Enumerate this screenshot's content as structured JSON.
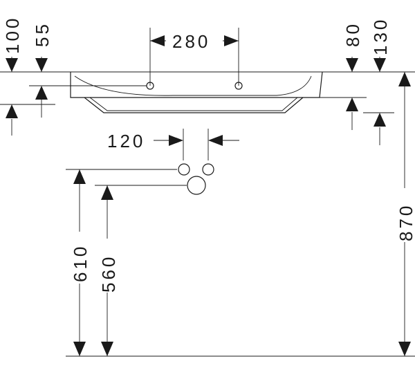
{
  "dimensions": {
    "tap_hole_spacing": "280",
    "waste_spacing": "120",
    "left_offset_top": "100",
    "left_offset_inner": "55",
    "right_offset_inner": "80",
    "right_offset_outer": "130",
    "supply_height": "610",
    "waste_height": "560",
    "total_height": "870"
  }
}
